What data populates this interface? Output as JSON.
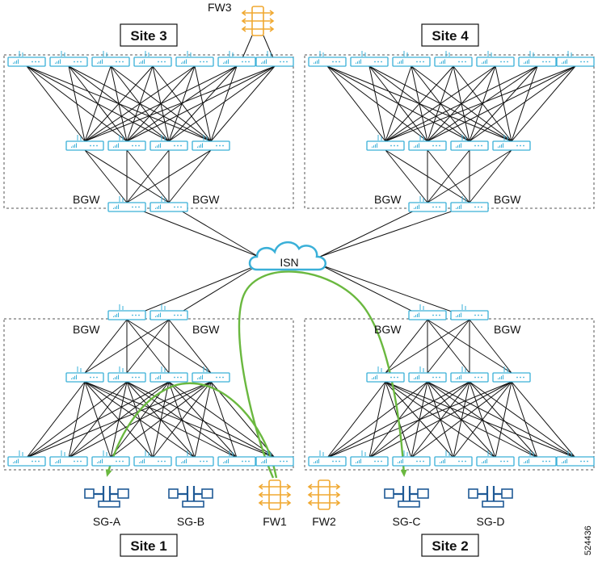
{
  "sites": {
    "site1": "Site 1",
    "site2": "Site 2",
    "site3": "Site 3",
    "site4": "Site 4"
  },
  "bgw_label": "BGW",
  "isn_label": "ISN",
  "firewalls": {
    "fw1": "FW1",
    "fw2": "FW2",
    "fw3": "FW3"
  },
  "security_groups": {
    "sg_a": "SG-A",
    "sg_b": "SG-B",
    "sg_c": "SG-C",
    "sg_d": "SG-D"
  },
  "figure_id": "524436",
  "colors": {
    "switch": "#3ab0d8",
    "cloud": "#3ab0d8",
    "firewall": "#f0a830",
    "endpoint": "#1f5a96",
    "traffic_path": "#6ab83f",
    "link": "#111111",
    "site_border": "#555555"
  },
  "icons": {
    "switch": "switch-icon",
    "firewall": "firewall-icon",
    "endpoint": "endpoint-group-icon",
    "cloud": "cloud-icon"
  }
}
